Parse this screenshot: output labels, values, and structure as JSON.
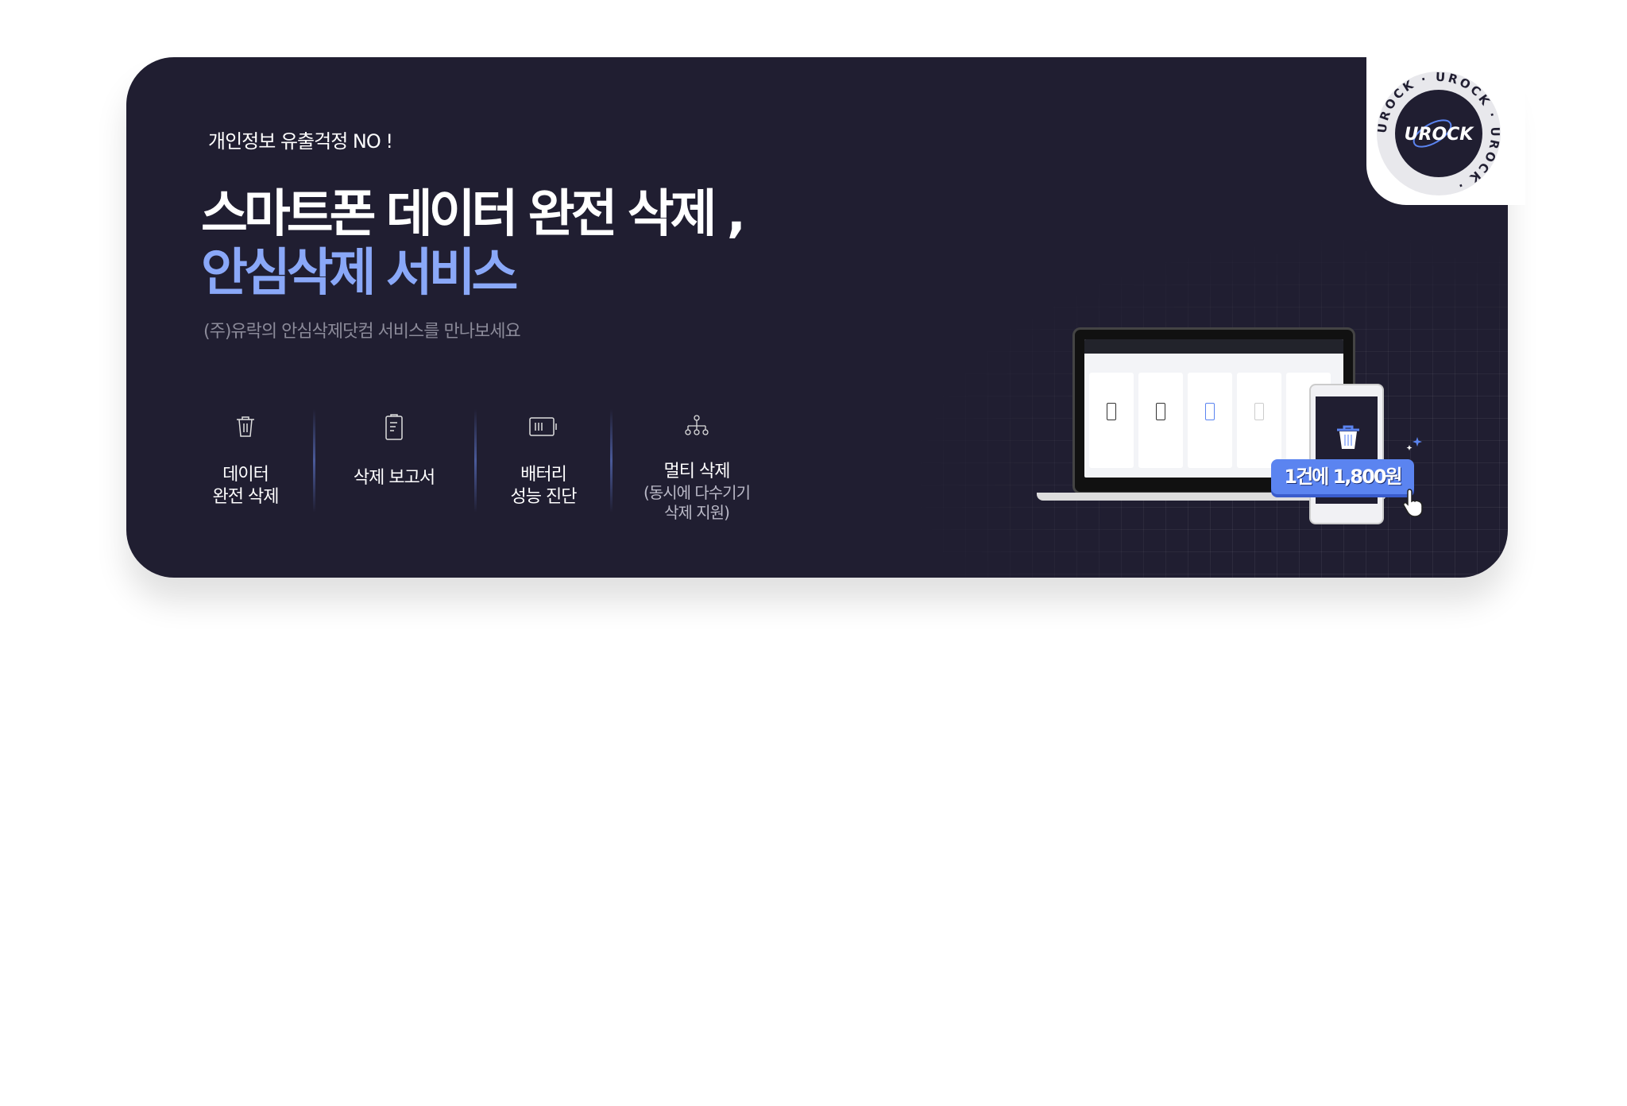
{
  "hero": {
    "kicker": "개인정보 유출걱정 NO !",
    "headline_line1": "스마트폰 데이터 완전 삭제 ,",
    "headline_line2": "안심삭제 서비스",
    "subtitle": "(주)유락의 안심삭제닷컴 서비스를 만나보세요"
  },
  "features": [
    {
      "icon": "trash-icon",
      "line1": "데이터",
      "line2": "완전 삭제"
    },
    {
      "icon": "clipboard-report-icon",
      "line1": "삭제 보고서"
    },
    {
      "icon": "battery-icon",
      "line1": "배터리",
      "line2": "성능 진단"
    },
    {
      "icon": "hierarchy-icon",
      "line1": "멀티 삭제",
      "note1": "(동시에 다수기기",
      "note2": "삭제 지원)"
    }
  ],
  "promo": {
    "price_badge": "1건에 1,800원"
  },
  "logo": {
    "text": "UROCK",
    "ring_text": "UROCK · UROCK · UROCK ·"
  },
  "colors": {
    "background": "#201e31",
    "accent": "#8aa8f8",
    "badge": "#5b84f0"
  }
}
